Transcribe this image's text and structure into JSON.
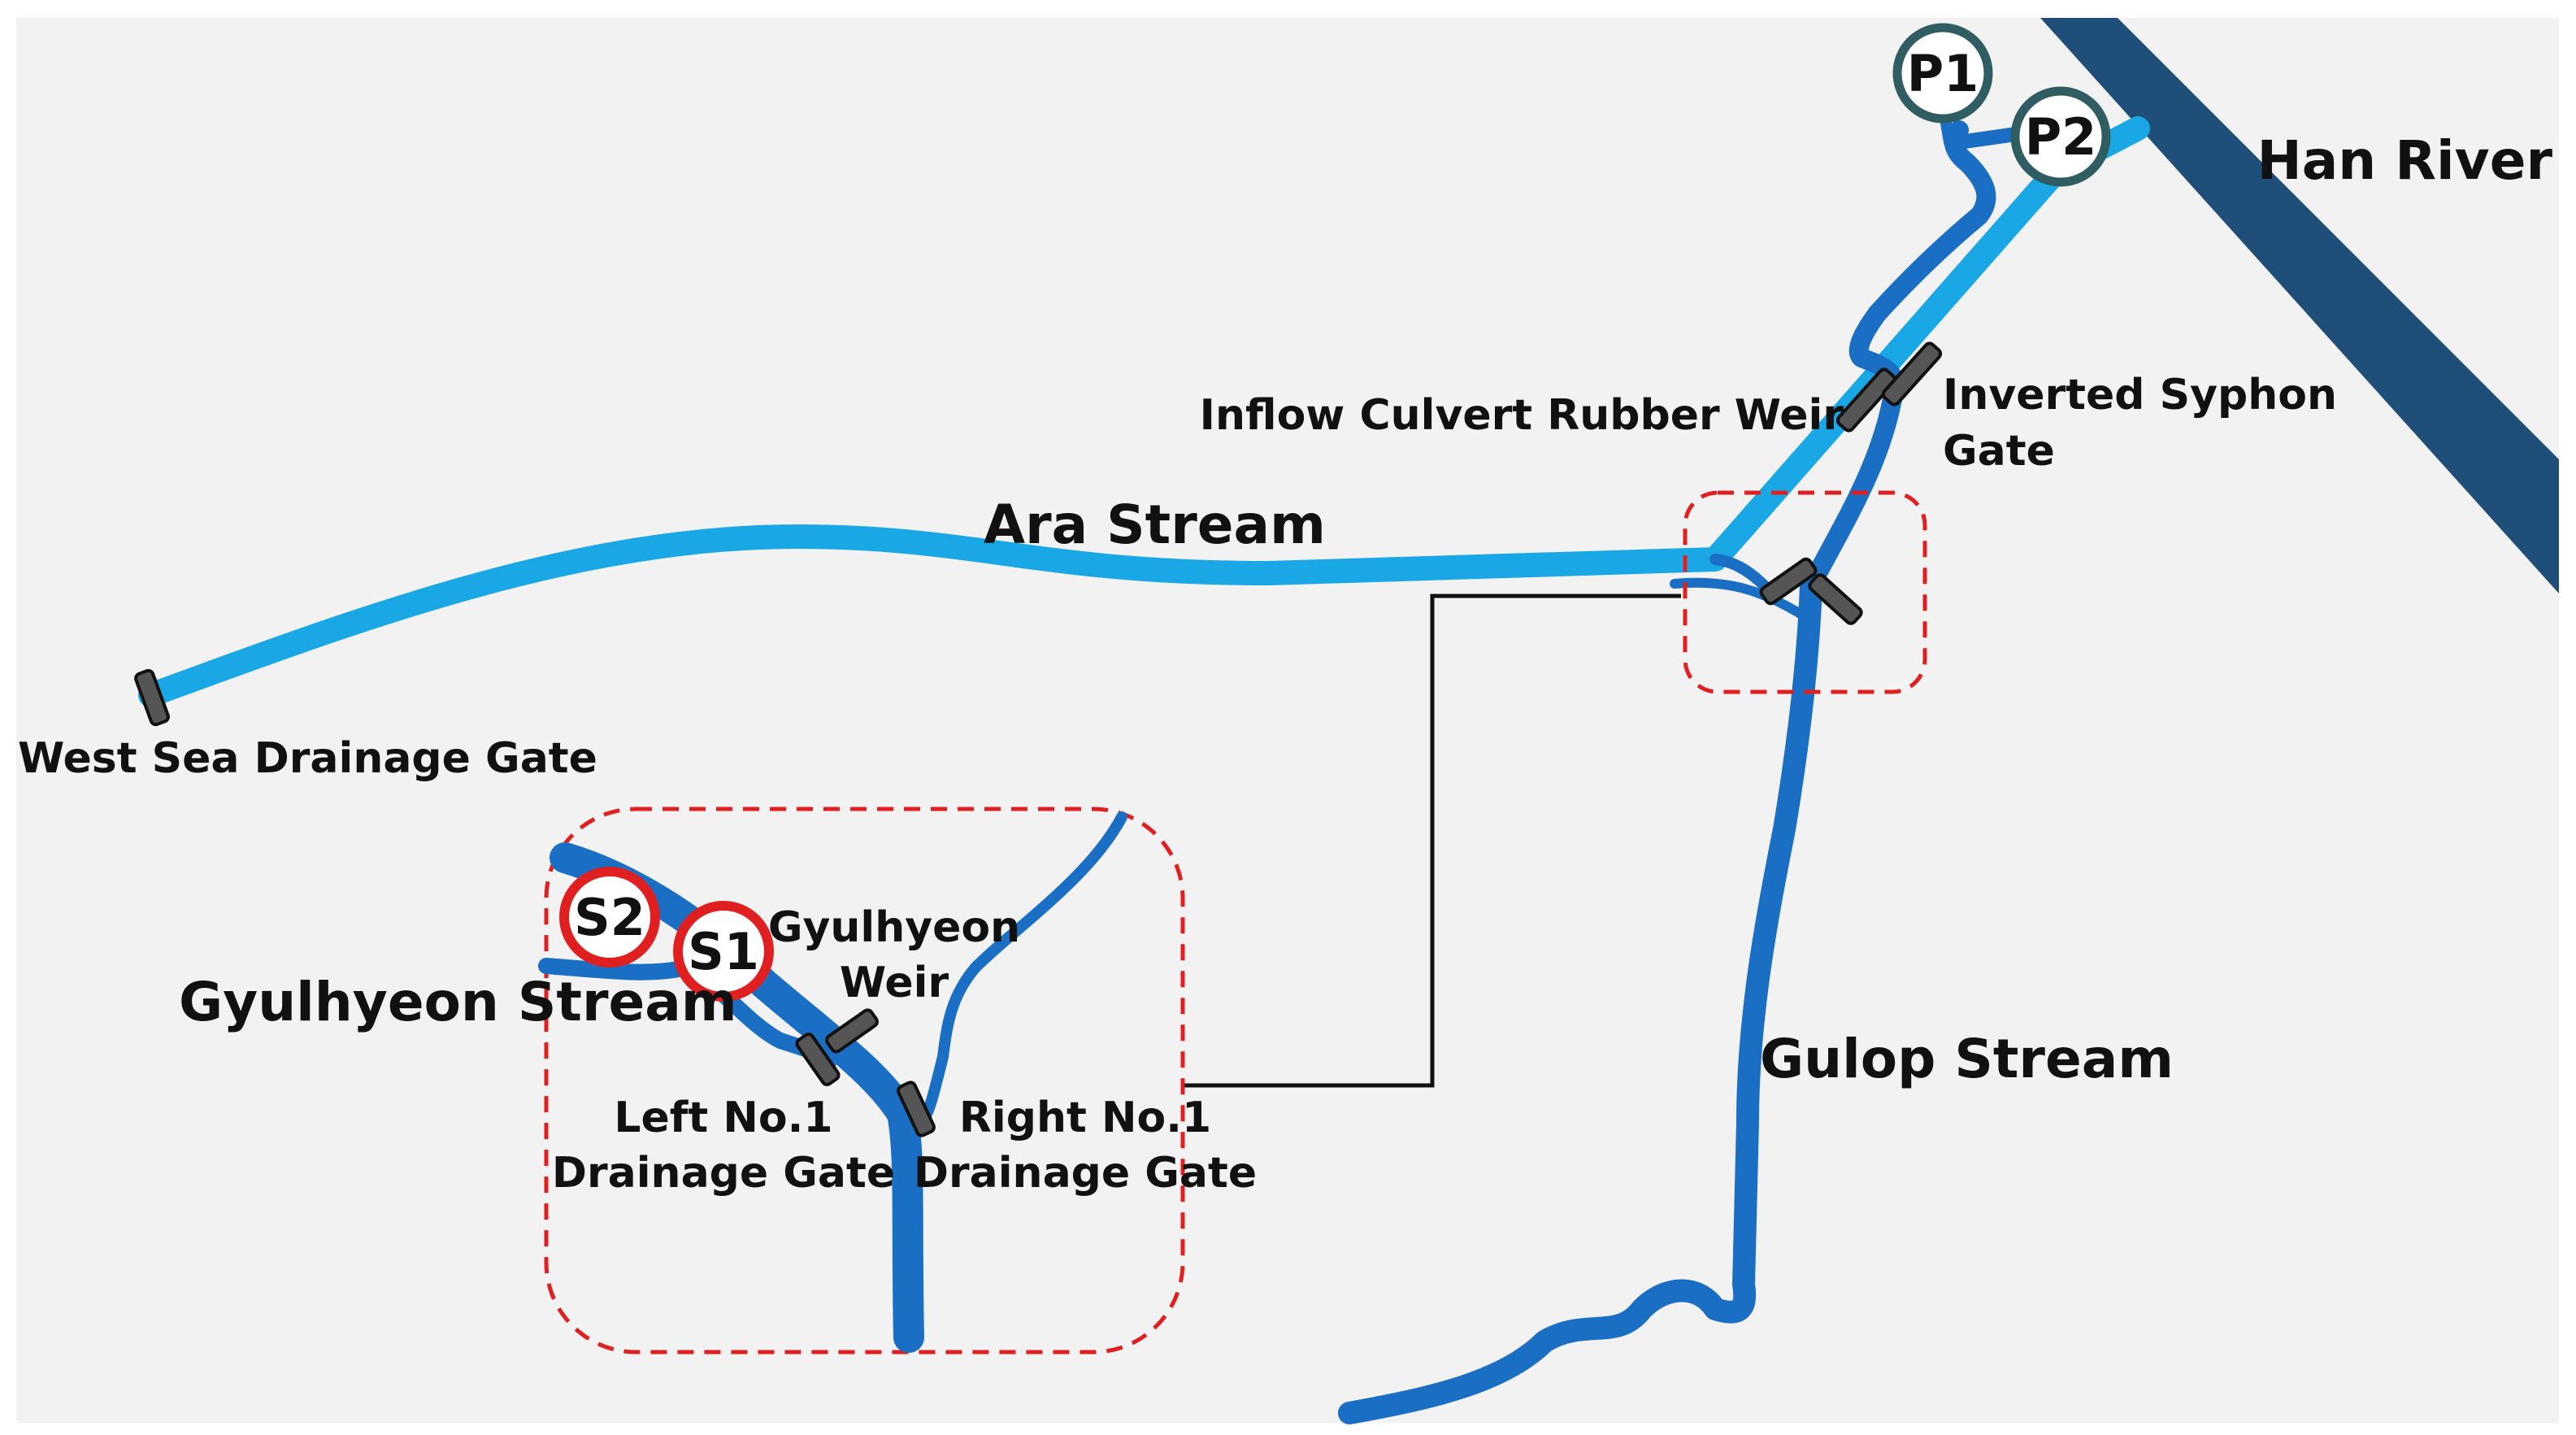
{
  "labels": {
    "han_river": "Han River",
    "ara_stream": "Ara Stream",
    "gulop_stream": "Gulop Stream",
    "gyulhyeon_stream": "Gyulhyeon Stream",
    "west_sea_gate": "West Sea Drainage Gate",
    "inflow_weir": "Inflow Culvert Rubber Weir",
    "inverted_syphon_line1": "Inverted Syphon",
    "inverted_syphon_line2": "Gate",
    "gyulhyeon_weir_line1": "Gyulhyeon",
    "gyulhyeon_weir_line2": "Weir",
    "left_gate_line1": "Left No.1",
    "left_gate_line2": "Drainage Gate",
    "right_gate_line1": "Right No.1",
    "right_gate_line2": "Drainage Gate"
  },
  "markers": {
    "p1": "P1",
    "p2": "P2",
    "s1": "S1",
    "s2": "S2"
  },
  "colors": {
    "background": "#f2f2f2",
    "han_river": "#1f4e79",
    "ara_stream": "#1aa7e6",
    "tributary": "#1a6fc4",
    "gate": "#555555",
    "inset_border": "#e02020",
    "marker_p": "#2f5d62",
    "marker_s": "#e02020"
  }
}
